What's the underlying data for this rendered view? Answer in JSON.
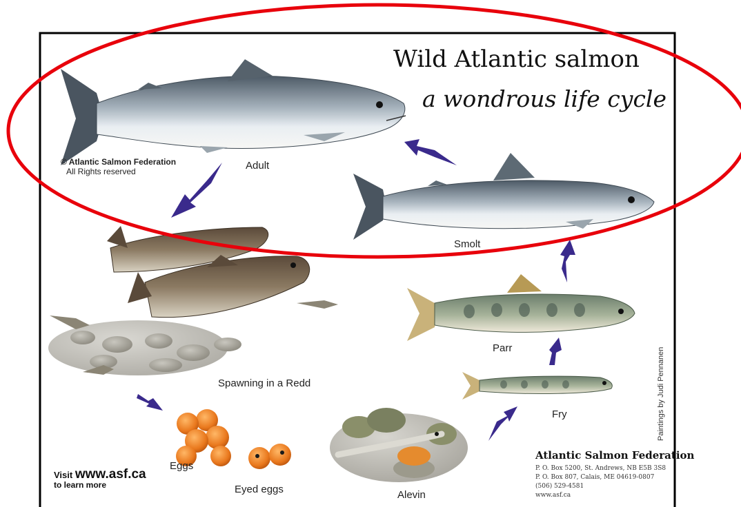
{
  "poster": {
    "title": "Wild Atlantic salmon",
    "subtitle": "a wondrous life cycle",
    "copyright_line1": "© Atlantic Salmon Federation",
    "copyright_line2": "All Rights reserved",
    "painter_credit": "Paintings by Judi Pennanen",
    "visit_prefix": "Visit",
    "visit_url": "www.asf.ca",
    "visit_suffix": "to learn more"
  },
  "stages": {
    "adult": "Adult",
    "smolt": "Smolt",
    "spawning": "Spawning in a Redd",
    "parr": "Parr",
    "fry": "Fry",
    "eggs": "Eggs",
    "eyed_eggs": "Eyed eggs",
    "alevin": "Alevin"
  },
  "organization": {
    "name": "Atlantic Salmon Federation",
    "address1": "P. O. Box 5200, St. Andrews, NB E5B 3S8",
    "address2": "P. O. Box 807, Calais, ME 04619-0807",
    "phone": "(506) 529-4581",
    "web": "www.asf.ca"
  },
  "colors": {
    "highlight_ellipse": "#e8000b",
    "arrow": "#3a2a8c",
    "frame": "#000000"
  }
}
